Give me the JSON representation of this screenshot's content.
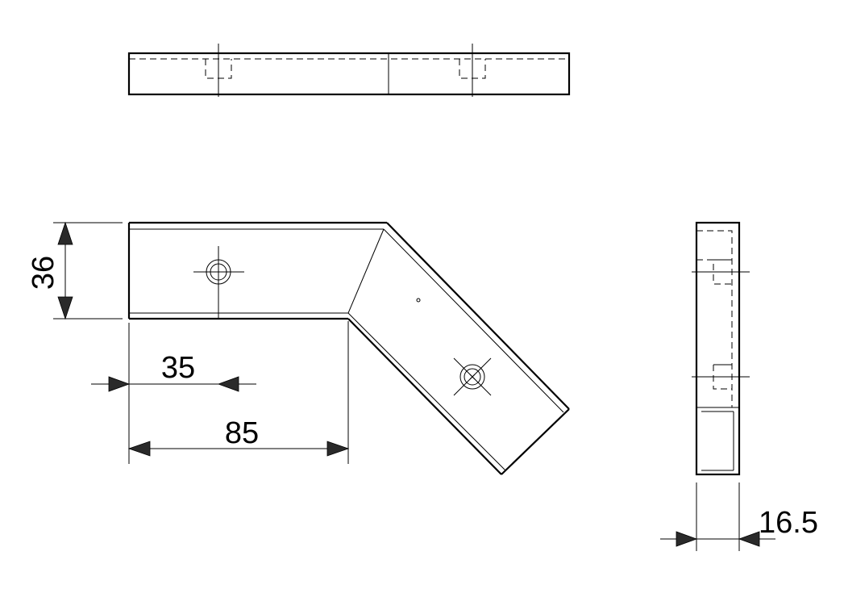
{
  "dimensions": {
    "height": "36",
    "hole_offset": "35",
    "length": "85",
    "thickness": "16.5"
  },
  "colors": {
    "line": "#000000",
    "arrow_fill": "#2a2a2a",
    "background": "#ffffff"
  }
}
